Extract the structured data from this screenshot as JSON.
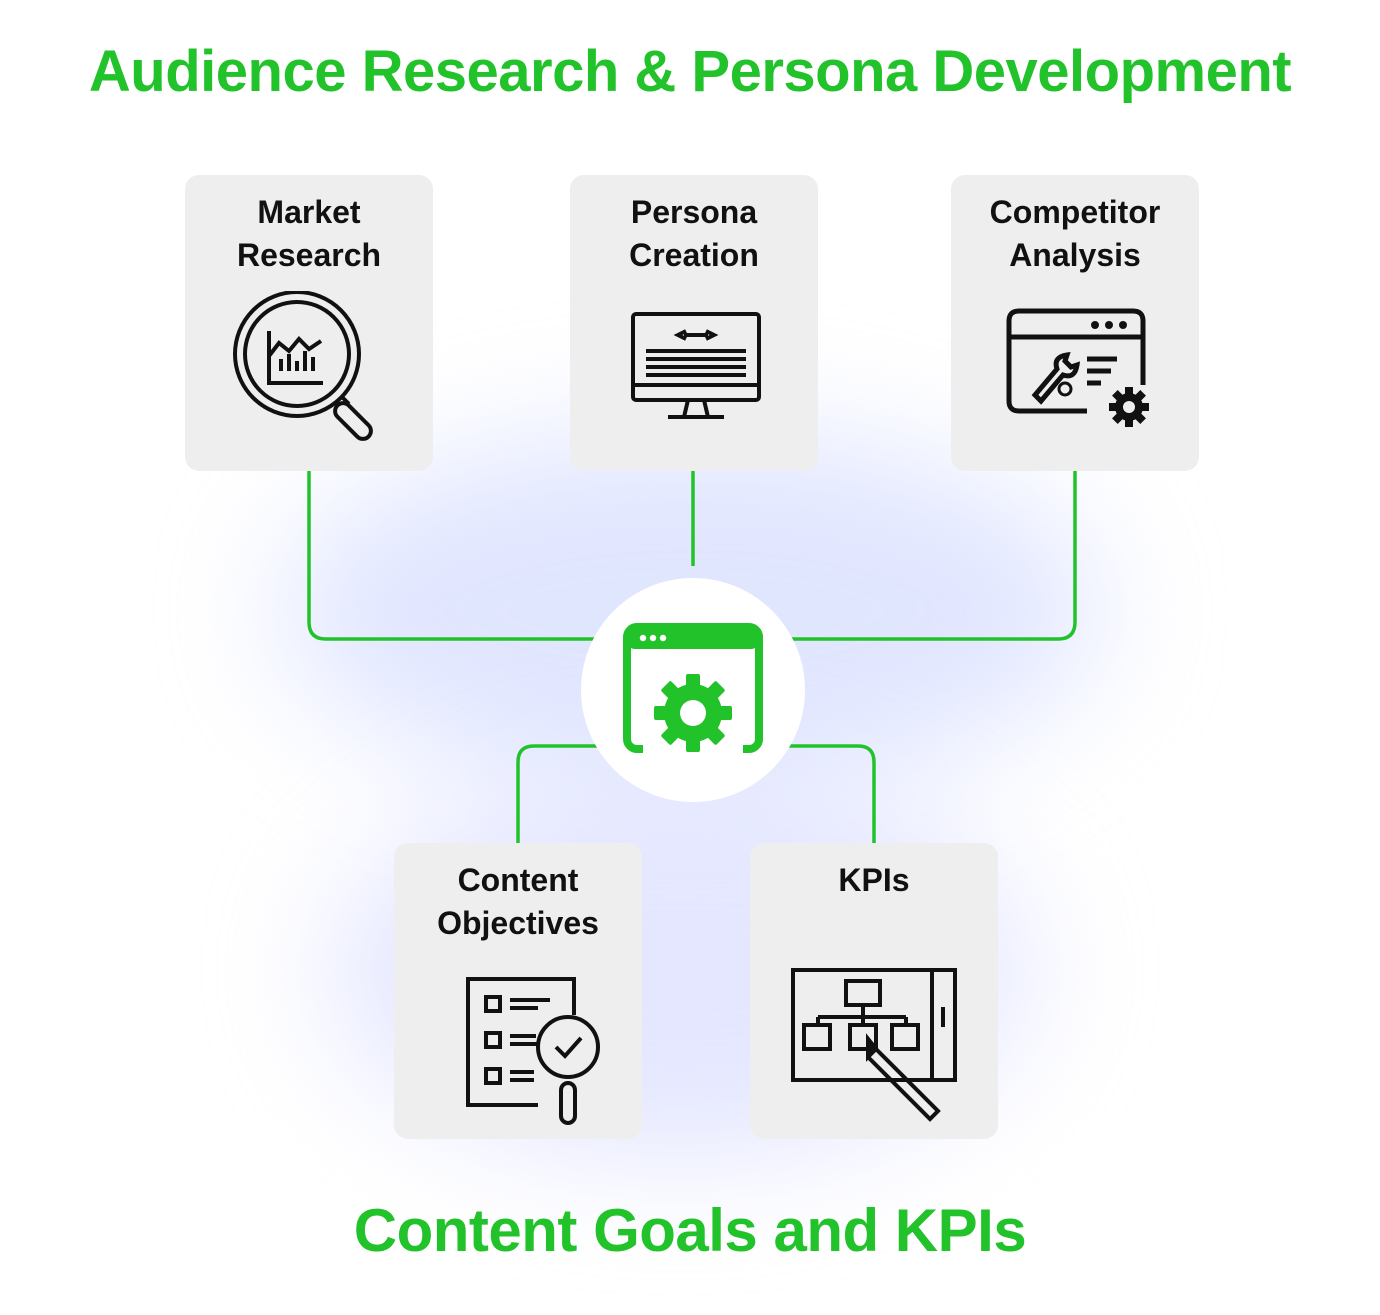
{
  "title": "Audience Research & Persona Development",
  "subtitle": "Content Goals and KPIs",
  "colors": {
    "accent": "#22c22b",
    "card_bg": "#efeeef",
    "text": "#111111"
  },
  "hub": {
    "icon": "browser-gear-icon"
  },
  "top_cards": [
    {
      "label": "Market\nResearch",
      "icon": "magnifier-chart-icon"
    },
    {
      "label": "Persona\nCreation",
      "icon": "monitor-code-icon"
    },
    {
      "label": "Competitor\nAnalysis",
      "icon": "browser-tools-icon"
    }
  ],
  "bottom_cards": [
    {
      "label": "Content\nObjectives",
      "icon": "checklist-search-icon"
    },
    {
      "label": "KPIs",
      "icon": "sitemap-pencil-icon"
    }
  ]
}
